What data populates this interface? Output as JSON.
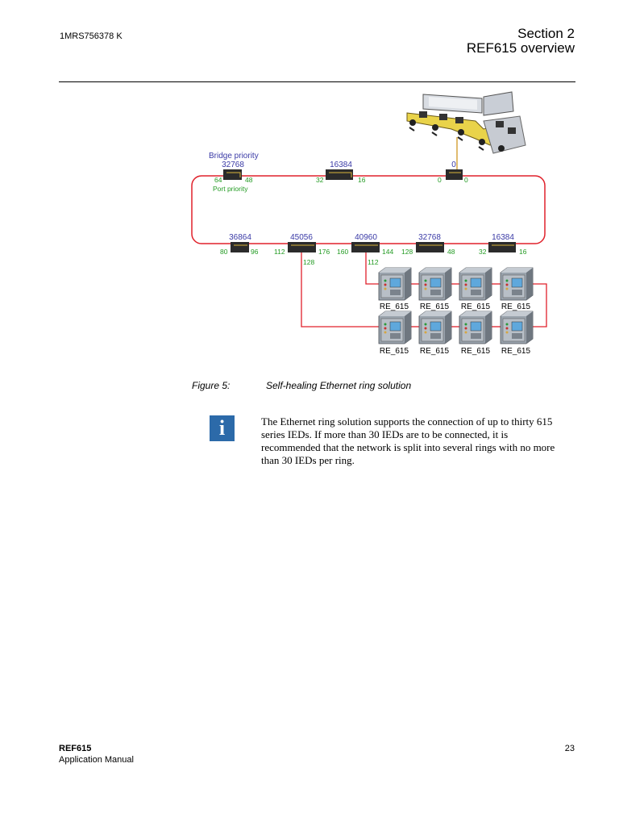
{
  "header": {
    "doc_id": "1MRS756378 K",
    "section": "Section 2",
    "section_title": "REF615 overview"
  },
  "diagram": {
    "bridge_priority_label": "Bridge priority",
    "port_priority_label": "Port priority",
    "top_row": [
      {
        "priority": "32768",
        "port_left": "64",
        "port_right": "48"
      },
      {
        "priority": "16384",
        "port_left": "32",
        "port_right": "16"
      },
      {
        "priority": "0",
        "port_left": "0",
        "port_right": "0"
      }
    ],
    "bottom_row": [
      {
        "priority": "36864",
        "port_left": "80",
        "port_right": "96"
      },
      {
        "priority": "45056",
        "port_left": "112",
        "port_right": "176",
        "port_down": "128"
      },
      {
        "priority": "40960",
        "port_left": "160",
        "port_right": "144",
        "port_down": "112"
      },
      {
        "priority": "32768",
        "port_left": "128",
        "port_right": "48"
      },
      {
        "priority": "16384",
        "port_left": "32",
        "port_right": "16"
      }
    ],
    "ied_label": "RE_615",
    "colors": {
      "ring": "#e0212b",
      "uplink": "#d6a640",
      "priority": "#3a3aa6",
      "port": "#239b23",
      "ied_screen": "#5fa8dc"
    }
  },
  "figure": {
    "number": "Figure 5:",
    "title": "Self-healing Ethernet ring solution"
  },
  "note": {
    "icon": "info-icon",
    "icon_glyph": "i",
    "text": "The Ethernet ring solution supports the connection of up to thirty 615 series IEDs. If more than 30 IEDs are to be connected, it is recommended that the network is split into several rings with no more than 30 IEDs per ring."
  },
  "footer": {
    "product": "REF615",
    "manual": "Application Manual",
    "page": "23"
  }
}
